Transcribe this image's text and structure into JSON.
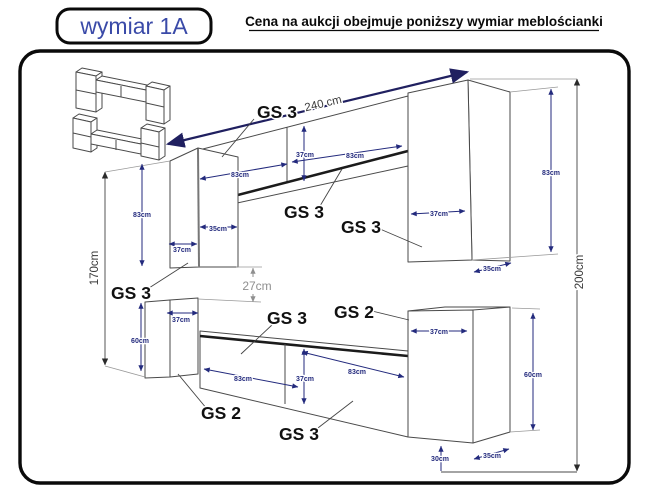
{
  "header": {
    "badge": "wymiar 1A",
    "title": "Cena na aukcji obejmuje poniższy wymiar meblościanki"
  },
  "colors": {
    "badge_text": "#3a4aa8",
    "dim_text": "#232a7d",
    "muted_dim": "#8f8f8f",
    "ink": "#111111"
  },
  "overall_dims": {
    "width": "240 cm",
    "left_height": "170cm",
    "right_height": "200cm",
    "row_gap": "27cm"
  },
  "unit_labels": [
    {
      "t": "GS 3"
    },
    {
      "t": "GS 3"
    },
    {
      "t": "GS 3"
    },
    {
      "t": "GS 3"
    },
    {
      "t": "GS 2"
    },
    {
      "t": "GS 3"
    },
    {
      "t": "GS 2"
    },
    {
      "t": "GS 3"
    }
  ],
  "dims": [
    {
      "t": "83cm"
    },
    {
      "t": "37cm"
    },
    {
      "t": "35cm"
    },
    {
      "t": "83cm"
    },
    {
      "t": "37cm"
    },
    {
      "t": "83cm"
    },
    {
      "t": "37cm"
    },
    {
      "t": "83cm"
    },
    {
      "t": "35cm"
    },
    {
      "t": "37cm"
    },
    {
      "t": "60cm"
    },
    {
      "t": "83cm"
    },
    {
      "t": "37cm"
    },
    {
      "t": "83cm"
    },
    {
      "t": "37cm"
    },
    {
      "t": "60cm"
    },
    {
      "t": "30cm"
    },
    {
      "t": "35cm"
    }
  ]
}
